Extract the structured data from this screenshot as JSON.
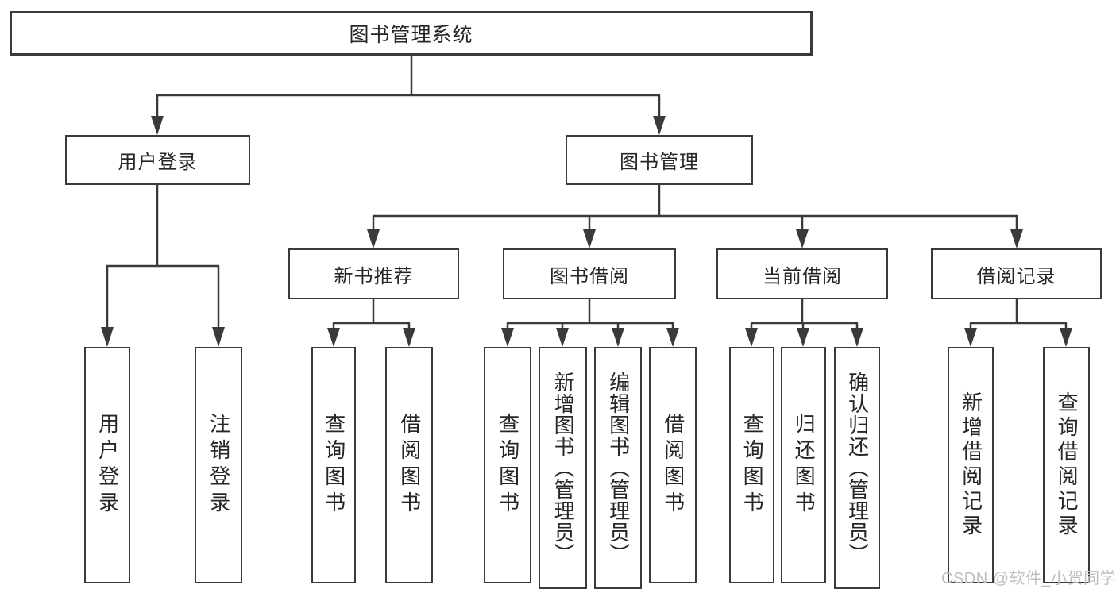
{
  "diagram": {
    "root": {
      "label": "图书管理系统"
    },
    "level2": [
      {
        "label": "用户登录"
      },
      {
        "label": "图书管理"
      }
    ],
    "level3": [
      {
        "label": "新书推荐"
      },
      {
        "label": "图书借阅"
      },
      {
        "label": "当前借阅"
      },
      {
        "label": "借阅记录"
      }
    ],
    "leaves": [
      {
        "label": "用户登录"
      },
      {
        "label": "注销登录"
      },
      {
        "label": "查询图书"
      },
      {
        "label": "借阅图书"
      },
      {
        "label": "查询图书"
      },
      {
        "label": "新增图书（管理员）"
      },
      {
        "label": "编辑图书（管理员）"
      },
      {
        "label": "借阅图书"
      },
      {
        "label": "查询图书"
      },
      {
        "label": "归还图书"
      },
      {
        "label": "确认归还（管理员）"
      },
      {
        "label": "新增借阅记录"
      },
      {
        "label": "查询借阅记录"
      }
    ],
    "watermark": "CSDN @软件_小贺同学",
    "colors": {
      "line": "#3a3a3a",
      "text": "#262626",
      "box_fill": "#ffffff",
      "watermark": "#bfbfbf"
    }
  }
}
